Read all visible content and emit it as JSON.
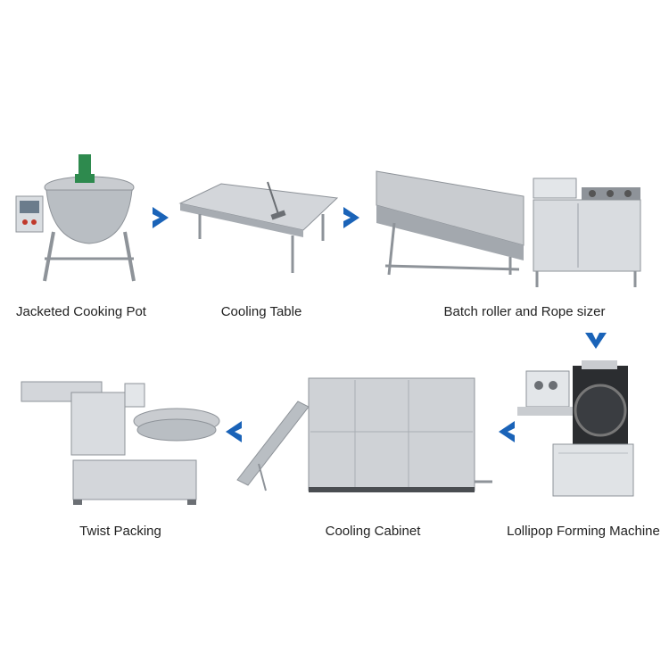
{
  "steps": [
    {
      "label": "Jacketed Cooking Pot"
    },
    {
      "label": "Cooling Table"
    },
    {
      "label": "Batch roller and Rope sizer"
    },
    {
      "label": "Lollipop Forming Machine"
    },
    {
      "label": "Cooling Cabinet"
    },
    {
      "label": "Twist Packing"
    }
  ],
  "colors": {
    "arrow": "#1a63b8",
    "steel": "#c9ccd0",
    "steel_dark": "#8e9399",
    "motor": "#2e8a4e"
  },
  "icons": [
    "chevron-right-icon",
    "chevron-down-icon",
    "chevron-left-icon"
  ]
}
